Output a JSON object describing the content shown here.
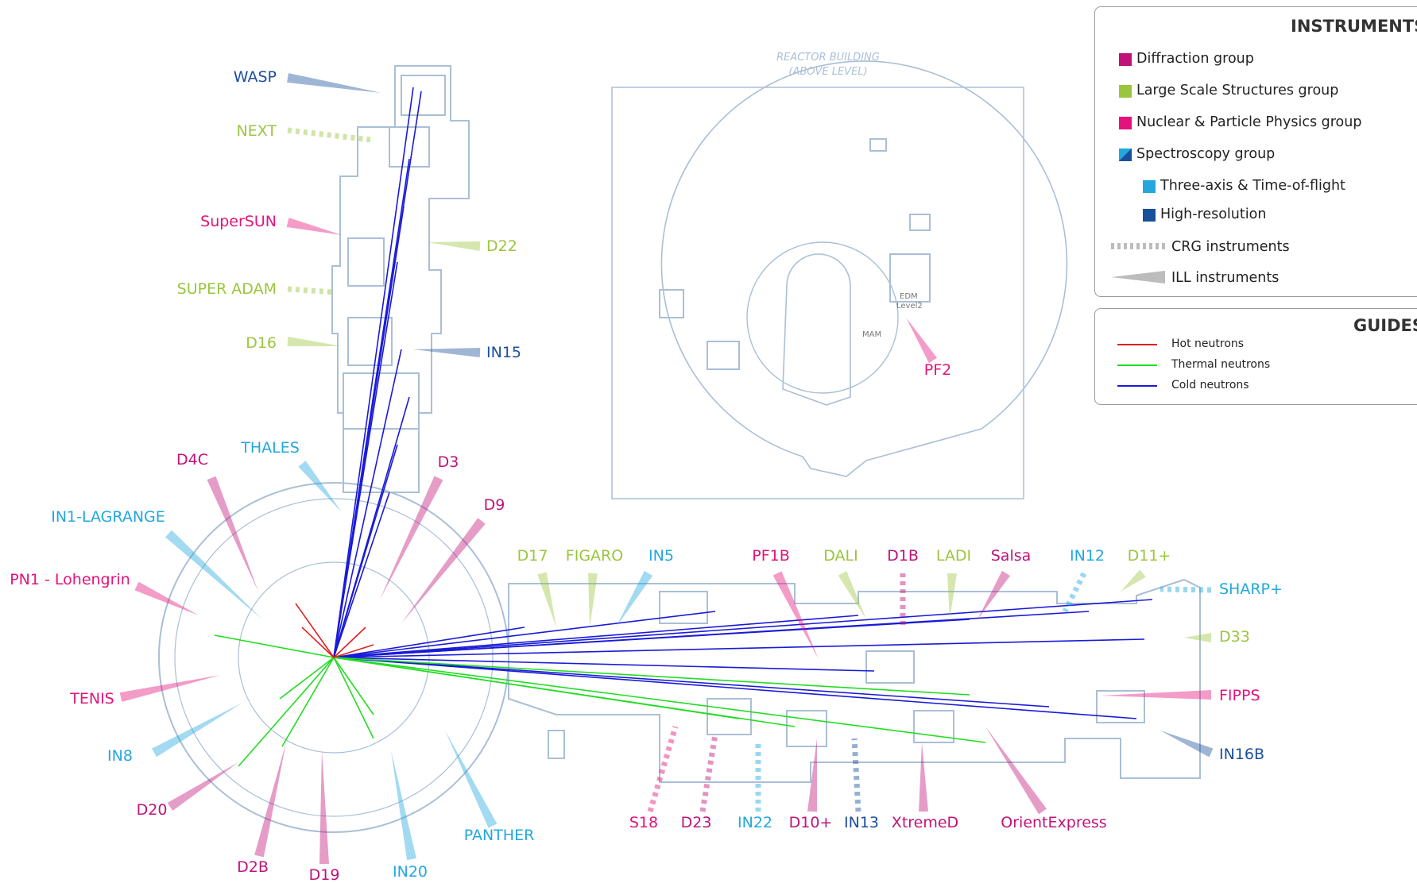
{
  "colors": {
    "diffraction": "#c0137a",
    "lss": "#9bc53d",
    "npp": "#e4137b",
    "three_axis": "#22a7df",
    "high_res": "#1a4f9c",
    "hot": "#e02020",
    "thermal": "#22dd22",
    "cold": "#1a1ad8",
    "plan": "#aabfd6"
  },
  "reactor_building": {
    "title_line1": "REACTOR BUILDING",
    "title_line2": "(ABOVE LEVEL)",
    "tags": {
      "mam": "MAM",
      "edm": "EDM",
      "level": "Level2"
    }
  },
  "legend": {
    "instruments_title": "INSTRUMENTS",
    "diffraction": "Diffraction group",
    "lss": "Large Scale Structures group",
    "npp": "Nuclear & Particle Physics group",
    "spectroscopy": "Spectroscopy group",
    "three_axis": "Three-axis & Time-of-flight",
    "high_res": "High-resolution",
    "crg": "CRG instruments",
    "ill": "ILL instruments",
    "guides_title": "GUIDES",
    "hot": "Hot neutrons",
    "thermal": "Thermal neutrons",
    "cold": "Cold neutrons"
  },
  "instruments": [
    {
      "name": "WASP",
      "group": "high_res",
      "type": "ill"
    },
    {
      "name": "NEXT",
      "group": "lss",
      "type": "crg"
    },
    {
      "name": "SuperSUN",
      "group": "npp",
      "type": "ill"
    },
    {
      "name": "D22",
      "group": "lss",
      "type": "ill"
    },
    {
      "name": "SUPER ADAM",
      "group": "lss",
      "type": "crg"
    },
    {
      "name": "D16",
      "group": "lss",
      "type": "ill"
    },
    {
      "name": "IN15",
      "group": "high_res",
      "type": "ill"
    },
    {
      "name": "THALES",
      "group": "three_axis",
      "type": "ill"
    },
    {
      "name": "D4C",
      "group": "diffraction",
      "type": "ill"
    },
    {
      "name": "D3",
      "group": "diffraction",
      "type": "ill"
    },
    {
      "name": "D9",
      "group": "diffraction",
      "type": "ill"
    },
    {
      "name": "IN1-LAGRANGE",
      "group": "three_axis",
      "type": "ill"
    },
    {
      "name": "PN1 - Lohengrin",
      "group": "npp",
      "type": "ill"
    },
    {
      "name": "TENIS",
      "group": "npp",
      "type": "ill"
    },
    {
      "name": "IN8",
      "group": "three_axis",
      "type": "ill"
    },
    {
      "name": "D20",
      "group": "diffraction",
      "type": "ill"
    },
    {
      "name": "D2B",
      "group": "diffraction",
      "type": "ill"
    },
    {
      "name": "D19",
      "group": "diffraction",
      "type": "ill"
    },
    {
      "name": "IN20",
      "group": "three_axis",
      "type": "ill"
    },
    {
      "name": "PANTHER",
      "group": "three_axis",
      "type": "ill"
    },
    {
      "name": "D17",
      "group": "lss",
      "type": "ill"
    },
    {
      "name": "FIGARO",
      "group": "lss",
      "type": "ill"
    },
    {
      "name": "IN5",
      "group": "three_axis",
      "type": "ill"
    },
    {
      "name": "PF1B",
      "group": "npp",
      "type": "ill"
    },
    {
      "name": "DALI",
      "group": "lss",
      "type": "ill"
    },
    {
      "name": "D1B",
      "group": "diffraction",
      "type": "crg"
    },
    {
      "name": "LADI",
      "group": "lss",
      "type": "ill"
    },
    {
      "name": "Salsa",
      "group": "diffraction",
      "type": "ill"
    },
    {
      "name": "IN12",
      "group": "three_axis",
      "type": "crg"
    },
    {
      "name": "D11+",
      "group": "lss",
      "type": "ill"
    },
    {
      "name": "SHARP+",
      "group": "three_axis",
      "type": "crg"
    },
    {
      "name": "D33",
      "group": "lss",
      "type": "ill"
    },
    {
      "name": "FIPPS",
      "group": "npp",
      "type": "ill"
    },
    {
      "name": "IN16B",
      "group": "high_res",
      "type": "ill"
    },
    {
      "name": "S18",
      "group": "npp",
      "type": "crg"
    },
    {
      "name": "D23",
      "group": "diffraction",
      "type": "crg"
    },
    {
      "name": "IN22",
      "group": "three_axis",
      "type": "crg"
    },
    {
      "name": "D10+",
      "group": "diffraction",
      "type": "ill"
    },
    {
      "name": "IN13",
      "group": "high_res",
      "type": "crg"
    },
    {
      "name": "XtremeD",
      "group": "diffraction",
      "type": "ill"
    },
    {
      "name": "OrientExpress",
      "group": "diffraction",
      "type": "ill"
    },
    {
      "name": "PF2",
      "group": "npp",
      "type": "ill"
    }
  ]
}
